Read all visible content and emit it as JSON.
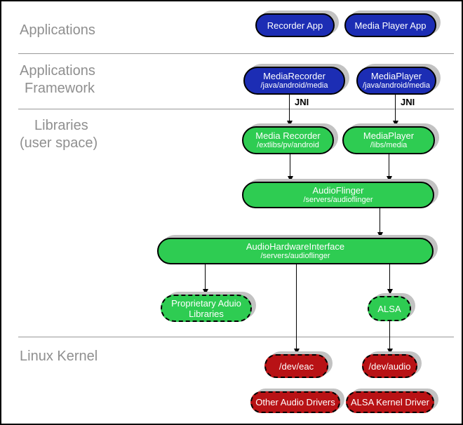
{
  "layers": {
    "applications": {
      "lines": [
        "Applications"
      ]
    },
    "applications_framework": {
      "lines": [
        "Applications",
        "Framework"
      ]
    },
    "libraries": {
      "lines": [
        "Libraries",
        "(user space)"
      ]
    },
    "linux_kernel": {
      "lines": [
        "Linux Kernel"
      ]
    }
  },
  "nodes": {
    "recorder_app": {
      "title": "Recorder App"
    },
    "media_player_app": {
      "title": "Media Player App"
    },
    "media_recorder_fw": {
      "title": "MediaRecorder",
      "subtitle": "/java/android/media"
    },
    "media_player_fw": {
      "title": "MediaPlayer",
      "subtitle": "/java/android/media"
    },
    "media_recorder_lib": {
      "title": "Media Recorder",
      "subtitle": "/extlibs/pv/android"
    },
    "media_player_lib": {
      "title": "MediaPlayer",
      "subtitle": "/libs/media"
    },
    "audio_flinger": {
      "title": "AudioFlinger",
      "subtitle": "/servers/audioflinger"
    },
    "audio_hw_interface": {
      "title": "AudioHardwareInterface",
      "subtitle": "/servers/audioflinger"
    },
    "proprietary_libs": {
      "title": "Proprietary Aduio Libraries"
    },
    "alsa": {
      "title": "ALSA"
    },
    "dev_eac": {
      "title": "/dev/eac"
    },
    "dev_audio": {
      "title": "/dev/audio"
    },
    "other_audio_drivers": {
      "title": "Other Audio Drivers"
    },
    "alsa_kernel_driver": {
      "title": "ALSA Kernel Driver"
    }
  },
  "annotations": {
    "jni_recorder": "JNI",
    "jni_player": "JNI"
  },
  "colors": {
    "node_blue": "#1c2db4",
    "node_green": "#2ecc52",
    "node_red": "#b81215",
    "shadow": "#c2c2c2",
    "label_gray": "#8f8f8f",
    "divider_gray": "#999999",
    "arrow_black": "#000000"
  }
}
